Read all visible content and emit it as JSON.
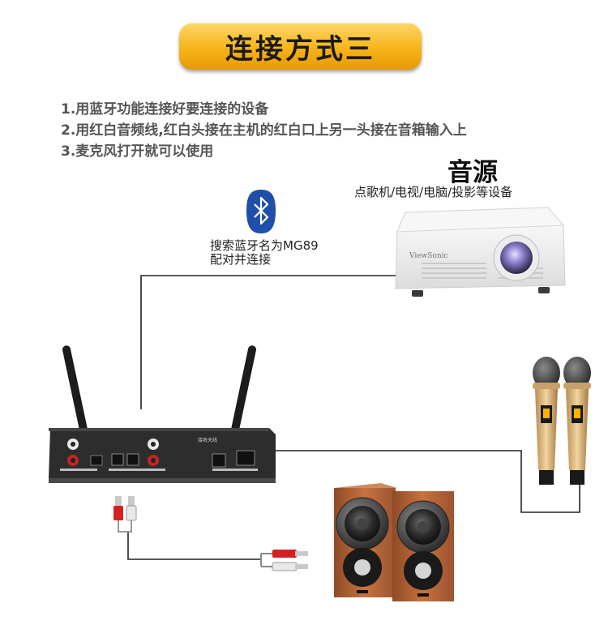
{
  "header": {
    "title": "连接方式三"
  },
  "steps": [
    "1.用蓝牙功能连接好要连接的设备",
    "2.用红白音频线,红白头接在主机的红白口上另一头接在音箱输入上",
    "3.麦克风打开就可以使用"
  ],
  "source": {
    "title": "音源",
    "subtitle": "点歌机/电视/电脑/投影等设备"
  },
  "bluetooth": {
    "label_line1": "搜索蓝牙名为MG89",
    "label_line2": "配对并连接"
  },
  "projector": {
    "brand": "ViewSonic"
  },
  "receiver": {
    "antenna_label": "接收天线"
  },
  "colors": {
    "banner": "#f7b419",
    "rca_red": "#d42020",
    "rca_white": "#e8e8e8",
    "bluetooth": "#1f4fa8",
    "speaker_wood": "#b8643a"
  },
  "icons": [
    "bluetooth-icon",
    "projector-icon",
    "receiver-icon",
    "microphone-icon",
    "speaker-icon",
    "rca-cable-icon"
  ]
}
